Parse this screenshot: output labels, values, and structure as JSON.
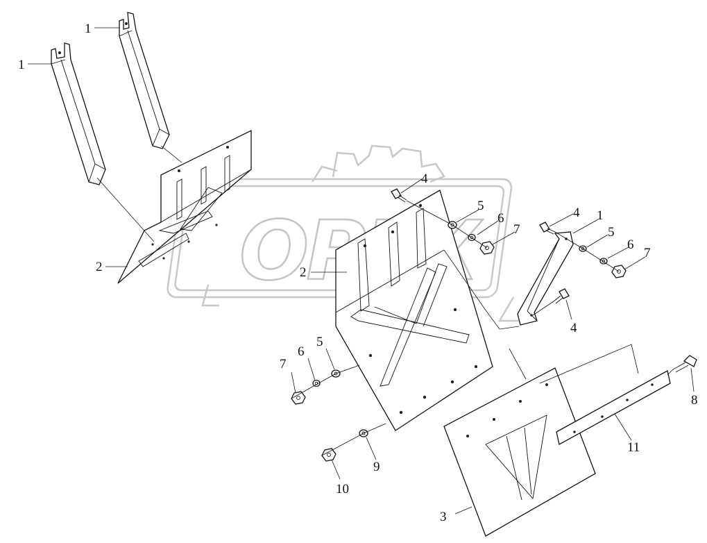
{
  "watermark": {
    "text": "OPEX"
  },
  "callouts": [
    {
      "id": "c1a",
      "text": "1"
    },
    {
      "id": "c1b",
      "text": "1"
    },
    {
      "id": "c2a",
      "text": "2"
    },
    {
      "id": "c2b",
      "text": "2"
    },
    {
      "id": "c4a",
      "text": "4"
    },
    {
      "id": "c5a",
      "text": "5"
    },
    {
      "id": "c6a",
      "text": "6"
    },
    {
      "id": "c7a",
      "text": "7"
    },
    {
      "id": "c4b",
      "text": "4"
    },
    {
      "id": "c1c",
      "text": "1"
    },
    {
      "id": "c5b",
      "text": "5"
    },
    {
      "id": "c6b",
      "text": "6"
    },
    {
      "id": "c7b",
      "text": "7"
    },
    {
      "id": "c4c",
      "text": "4"
    },
    {
      "id": "c7c",
      "text": "7"
    },
    {
      "id": "c6c",
      "text": "6"
    },
    {
      "id": "c5c",
      "text": "5"
    },
    {
      "id": "c8",
      "text": "8"
    },
    {
      "id": "c11",
      "text": "11"
    },
    {
      "id": "c9",
      "text": "9"
    },
    {
      "id": "c10",
      "text": "10"
    },
    {
      "id": "c3",
      "text": "3"
    }
  ]
}
